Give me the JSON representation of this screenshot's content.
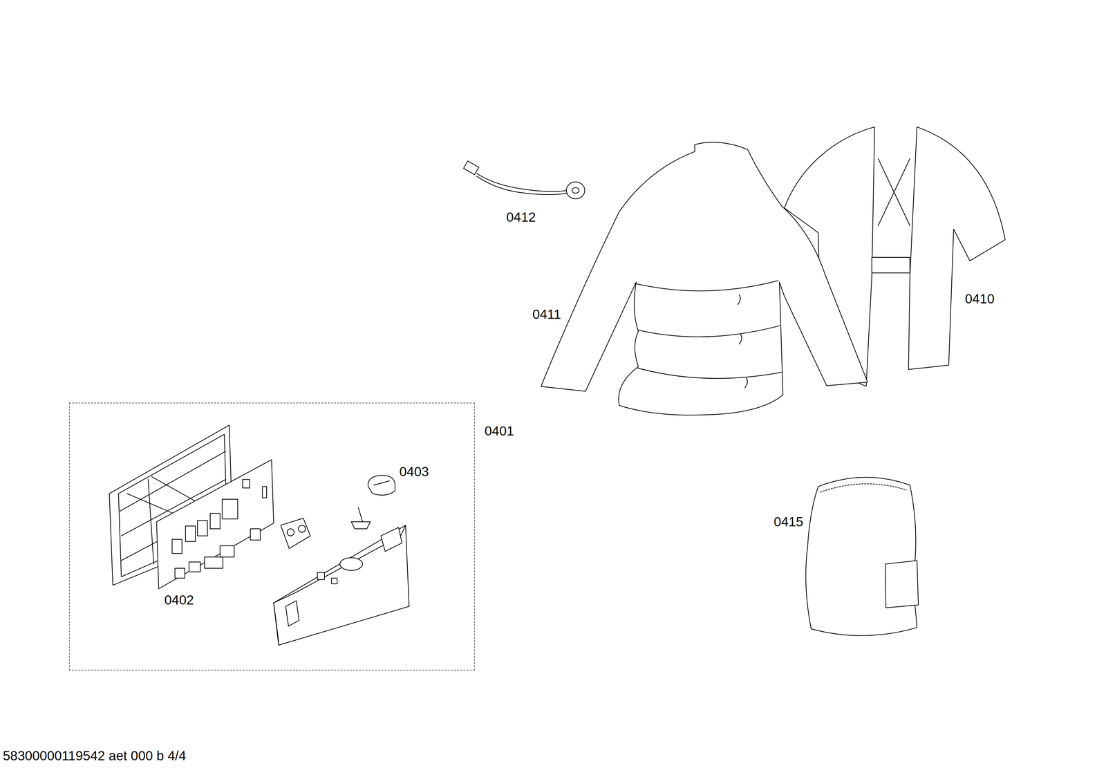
{
  "diagram": {
    "nodes": [
      {
        "text": [
          "0401"
        ]
      }
    ],
    "labels": [
      "0412",
      "0410",
      "0411",
      "0403",
      "0415",
      "0402",
      "58300000119542 aet 000 b 4/4"
    ]
  }
}
